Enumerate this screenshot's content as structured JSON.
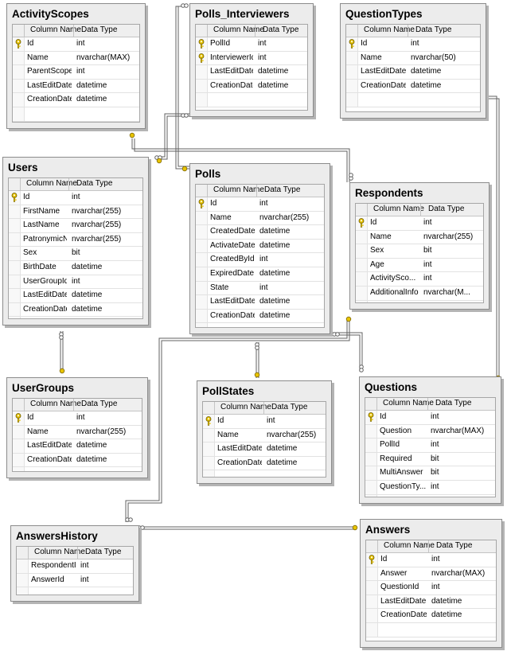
{
  "diagram": {
    "grid_header": {
      "column_name": "Column Name",
      "data_type": "Data Type"
    },
    "tables": [
      {
        "id": "activity-scopes",
        "name": "ActivityScopes",
        "columns": [
          {
            "name": "Id",
            "type": "int",
            "pk": true
          },
          {
            "name": "Name",
            "type": "nvarchar(MAX)",
            "pk": false
          },
          {
            "name": "ParentScope",
            "type": "int",
            "pk": false
          },
          {
            "name": "LastEditDate",
            "type": "datetime",
            "pk": false
          },
          {
            "name": "CreationDate",
            "type": "datetime",
            "pk": false
          }
        ]
      },
      {
        "id": "polls-interviewers",
        "name": "Polls_Interviewers",
        "columns": [
          {
            "name": "PollId",
            "type": "int",
            "pk": true
          },
          {
            "name": "InterviewerId",
            "type": "int",
            "pk": true
          },
          {
            "name": "LastEditDate",
            "type": "datetime",
            "pk": false
          },
          {
            "name": "CreationDate",
            "type": "datetime",
            "pk": false
          }
        ]
      },
      {
        "id": "question-types",
        "name": "QuestionTypes",
        "columns": [
          {
            "name": "Id",
            "type": "int",
            "pk": true
          },
          {
            "name": "Name",
            "type": "nvarchar(50)",
            "pk": false
          },
          {
            "name": "LastEditDate",
            "type": "datetime",
            "pk": false
          },
          {
            "name": "CreationDate",
            "type": "datetime",
            "pk": false
          }
        ]
      },
      {
        "id": "users",
        "name": "Users",
        "columns": [
          {
            "name": "Id",
            "type": "int",
            "pk": true
          },
          {
            "name": "FirstName",
            "type": "nvarchar(255)",
            "pk": false
          },
          {
            "name": "LastName",
            "type": "nvarchar(255)",
            "pk": false
          },
          {
            "name": "PatronymicNa...",
            "type": "nvarchar(255)",
            "pk": false
          },
          {
            "name": "Sex",
            "type": "bit",
            "pk": false
          },
          {
            "name": "BirthDate",
            "type": "datetime",
            "pk": false
          },
          {
            "name": "UserGroupId",
            "type": "int",
            "pk": false
          },
          {
            "name": "LastEditDate",
            "type": "datetime",
            "pk": false
          },
          {
            "name": "CreationDate",
            "type": "datetime",
            "pk": false
          }
        ]
      },
      {
        "id": "polls",
        "name": "Polls",
        "columns": [
          {
            "name": "Id",
            "type": "int",
            "pk": true
          },
          {
            "name": "Name",
            "type": "nvarchar(255)",
            "pk": false
          },
          {
            "name": "CreatedDate",
            "type": "datetime",
            "pk": false
          },
          {
            "name": "ActivateDate",
            "type": "datetime",
            "pk": false
          },
          {
            "name": "CreatedById",
            "type": "int",
            "pk": false
          },
          {
            "name": "ExpiredDate",
            "type": "datetime",
            "pk": false
          },
          {
            "name": "State",
            "type": "int",
            "pk": false
          },
          {
            "name": "LastEditDate",
            "type": "datetime",
            "pk": false
          },
          {
            "name": "CreationDate",
            "type": "datetime",
            "pk": false
          }
        ]
      },
      {
        "id": "respondents",
        "name": "Respondents",
        "columns": [
          {
            "name": "Id",
            "type": "int",
            "pk": true
          },
          {
            "name": "Name",
            "type": "nvarchar(255)",
            "pk": false
          },
          {
            "name": "Sex",
            "type": "bit",
            "pk": false
          },
          {
            "name": "Age",
            "type": "int",
            "pk": false
          },
          {
            "name": "ActivitySco...",
            "type": "int",
            "pk": false
          },
          {
            "name": "AdditionalInfo",
            "type": "nvarchar(M...",
            "pk": false
          }
        ]
      },
      {
        "id": "user-groups",
        "name": "UserGroups",
        "columns": [
          {
            "name": "Id",
            "type": "int",
            "pk": true
          },
          {
            "name": "Name",
            "type": "nvarchar(255)",
            "pk": false
          },
          {
            "name": "LastEditDate",
            "type": "datetime",
            "pk": false
          },
          {
            "name": "CreationDate",
            "type": "datetime",
            "pk": false
          }
        ]
      },
      {
        "id": "poll-states",
        "name": "PollStates",
        "columns": [
          {
            "name": "Id",
            "type": "int",
            "pk": true
          },
          {
            "name": "Name",
            "type": "nvarchar(255)",
            "pk": false
          },
          {
            "name": "LastEditDate",
            "type": "datetime",
            "pk": false
          },
          {
            "name": "CreationDate",
            "type": "datetime",
            "pk": false
          }
        ]
      },
      {
        "id": "questions",
        "name": "Questions",
        "columns": [
          {
            "name": "Id",
            "type": "int",
            "pk": true
          },
          {
            "name": "Question",
            "type": "nvarchar(MAX)",
            "pk": false
          },
          {
            "name": "PollId",
            "type": "int",
            "pk": false
          },
          {
            "name": "Required",
            "type": "bit",
            "pk": false
          },
          {
            "name": "MultiAnswer",
            "type": "bit",
            "pk": false
          },
          {
            "name": "QuestionTy...",
            "type": "int",
            "pk": false
          }
        ]
      },
      {
        "id": "answers-history",
        "name": "AnswersHistory",
        "columns": [
          {
            "name": "RespondentId",
            "type": "int",
            "pk": false
          },
          {
            "name": "AnswerId",
            "type": "int",
            "pk": false
          }
        ]
      },
      {
        "id": "answers",
        "name": "Answers",
        "columns": [
          {
            "name": "Id",
            "type": "int",
            "pk": true
          },
          {
            "name": "Answer",
            "type": "nvarchar(MAX)",
            "pk": false
          },
          {
            "name": "QuestionId",
            "type": "int",
            "pk": false
          },
          {
            "name": "LastEditDate",
            "type": "datetime",
            "pk": false
          },
          {
            "name": "CreationDate",
            "type": "datetime",
            "pk": false
          }
        ]
      }
    ],
    "relationships": [
      {
        "from": "polls-interviewers",
        "to": "polls"
      },
      {
        "from": "polls-interviewers",
        "to": "users"
      },
      {
        "from": "activity-scopes",
        "to": "activity-scopes"
      },
      {
        "from": "respondents",
        "to": "activity-scopes"
      },
      {
        "from": "users",
        "to": "user-groups"
      },
      {
        "from": "polls",
        "to": "users"
      },
      {
        "from": "polls",
        "to": "poll-states"
      },
      {
        "from": "questions",
        "to": "polls"
      },
      {
        "from": "questions",
        "to": "question-types"
      },
      {
        "from": "answers-history",
        "to": "respondents"
      },
      {
        "from": "answers-history",
        "to": "answers"
      },
      {
        "from": "answers",
        "to": "questions"
      }
    ],
    "colors": {
      "key_icon": "#e8c400",
      "connector": "#606060"
    }
  }
}
